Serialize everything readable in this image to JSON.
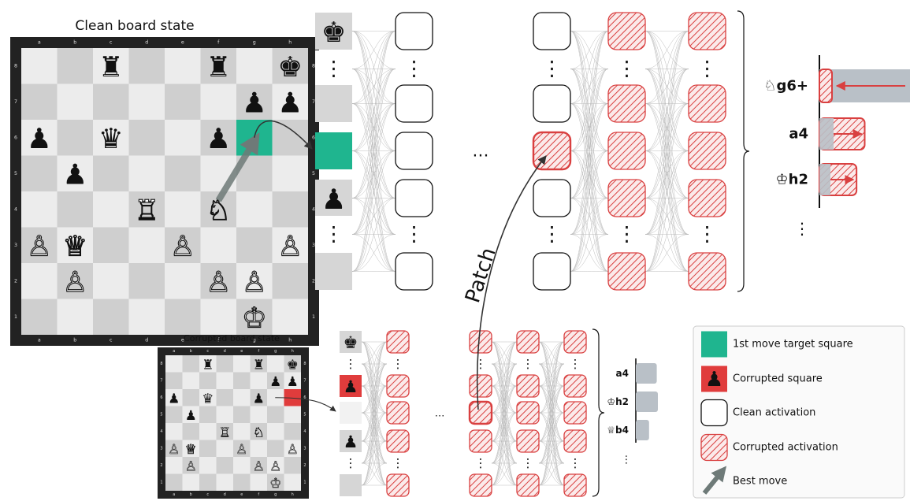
{
  "clean_board": {
    "title": "Clean board state",
    "files": [
      "a",
      "b",
      "c",
      "d",
      "e",
      "f",
      "g",
      "h"
    ],
    "ranks": [
      "8",
      "7",
      "6",
      "5",
      "4",
      "3",
      "2",
      "1"
    ],
    "pieces": [
      {
        "sq": "c8",
        "glyph": "♜",
        "color": "black"
      },
      {
        "sq": "f8",
        "glyph": "♜",
        "color": "black"
      },
      {
        "sq": "h8",
        "glyph": "♚",
        "color": "black"
      },
      {
        "sq": "g7",
        "glyph": "♟",
        "color": "black"
      },
      {
        "sq": "h7",
        "glyph": "♟",
        "color": "black"
      },
      {
        "sq": "a6",
        "glyph": "♟",
        "color": "black"
      },
      {
        "sq": "c6",
        "glyph": "♛",
        "color": "black"
      },
      {
        "sq": "f6",
        "glyph": "♟",
        "color": "black"
      },
      {
        "sq": "b5",
        "glyph": "♟",
        "color": "black"
      },
      {
        "sq": "d4",
        "glyph": "♖",
        "color": "white"
      },
      {
        "sq": "f4",
        "glyph": "♘",
        "color": "white"
      },
      {
        "sq": "a3",
        "glyph": "♙",
        "color": "white"
      },
      {
        "sq": "b3",
        "glyph": "♕",
        "color": "white"
      },
      {
        "sq": "e3",
        "glyph": "♙",
        "color": "white"
      },
      {
        "sq": "h3",
        "glyph": "♙",
        "color": "white"
      },
      {
        "sq": "b2",
        "glyph": "♙",
        "color": "white"
      },
      {
        "sq": "f2",
        "glyph": "♙",
        "color": "white"
      },
      {
        "sq": "g2",
        "glyph": "♙",
        "color": "white"
      },
      {
        "sq": "g1",
        "glyph": "♔",
        "color": "white"
      }
    ],
    "highlight_square": "g6",
    "best_move": {
      "from": "f4",
      "to": "g6"
    }
  },
  "corrupted_board": {
    "title": "Corrupted board state",
    "corrupted_square": "h6"
  },
  "clean_network": {
    "input_tokens": [
      "♚",
      "⋮",
      "",
      "",
      "♟",
      "⋮",
      ""
    ],
    "ellipsis": "…"
  },
  "corrupted_network": {
    "input_tokens": [
      "♚",
      "⋮",
      "♟",
      "",
      "♟",
      "⋮",
      ""
    ],
    "ellipsis": "…"
  },
  "patch_label": "Patch",
  "clean_moves": [
    {
      "label": "♘g6+",
      "value": 1.0
    },
    {
      "label": "a4",
      "value": 0.5
    },
    {
      "label": "♔h2",
      "value": 0.41
    }
  ],
  "corrupted_moves": [
    {
      "label": "a4",
      "value": 0.95
    },
    {
      "label": "♔h2",
      "value": 1.0
    },
    {
      "label": "♕b4",
      "value": 0.6
    }
  ],
  "more_moves": "⋮",
  "legend": [
    {
      "label": "1st move target square",
      "kind": "target"
    },
    {
      "label": "Corrupted square",
      "kind": "corrupted-square"
    },
    {
      "label": "Clean activation",
      "kind": "clean"
    },
    {
      "label": "Corrupted activation",
      "kind": "corrupted"
    },
    {
      "label": "Best move",
      "kind": "arrow"
    }
  ],
  "colors": {
    "light_square": "#ececec",
    "dark_square": "#cfcfcf",
    "board_frame": "#222222",
    "target": "#1fb58f",
    "corrupt": "#e03c3c",
    "corrupt_hatch": "#d94040",
    "bar_gray": "#b9c0c7",
    "arrow_gray": "#6e7a78",
    "edge_gray": "#bbbbbb",
    "token_gray": "#d6d6d6"
  }
}
